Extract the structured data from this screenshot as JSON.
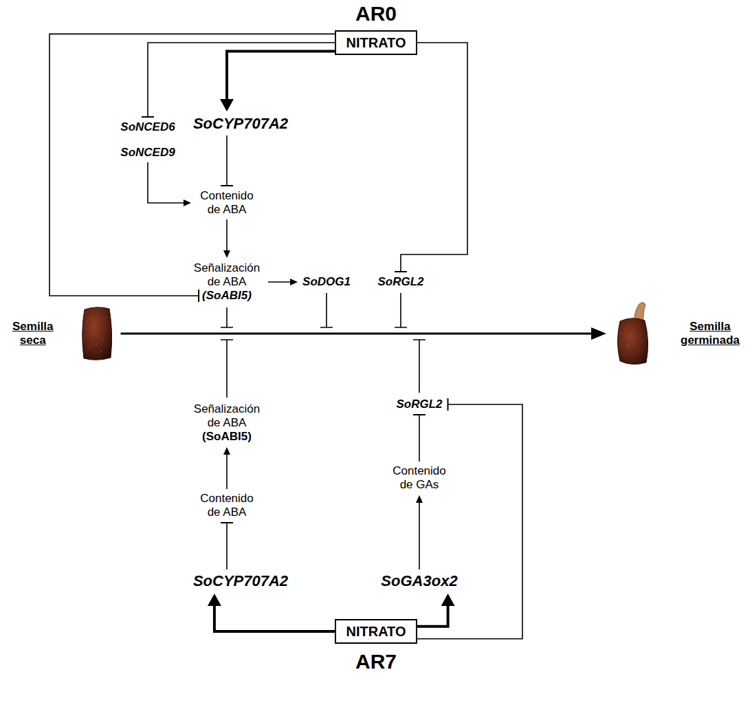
{
  "diagram": {
    "nodes": [
      {
        "text": [
          "NITRATO"
        ]
      },
      {
        "text": [
          "SoNCED6"
        ]
      },
      {
        "text": [
          "SoNCED9"
        ]
      },
      {
        "text": [
          "SoCYP707A2"
        ]
      },
      {
        "text": [
          "Contenido de ABA"
        ]
      },
      {
        "text": [
          "Señalización de ABA",
          "(SoABI5)"
        ]
      },
      {
        "text": [
          "SoDOG1"
        ]
      },
      {
        "text": [
          "SoRGL2"
        ]
      },
      {
        "text": [
          "Semilla seca"
        ]
      },
      {
        "text": [
          "Semilla germinada"
        ]
      },
      {
        "text": [
          "Señalización de ABA",
          "(SoABI5)"
        ]
      },
      {
        "text": [
          "SoRGL2"
        ]
      },
      {
        "text": [
          "Contenido de ABA"
        ]
      },
      {
        "text": [
          "Contenido de GAs"
        ]
      },
      {
        "text": [
          "SoCYP707A2"
        ]
      },
      {
        "text": [
          "SoGA3ox2"
        ]
      },
      {
        "text": [
          "NITRATO"
        ]
      }
    ],
    "edges": [
      {
        "from": 0,
        "to": 1,
        "arrow": "to"
      },
      {
        "from": 0,
        "to": 3,
        "arrow": "to"
      },
      {
        "from": 0,
        "to": 5,
        "arrow": "to"
      },
      {
        "from": 0,
        "to": 7,
        "arrow": "to"
      },
      {
        "from": 2,
        "to": 4,
        "arrow": "to"
      },
      {
        "from": 3,
        "to": 4,
        "arrow": "to"
      },
      {
        "from": 4,
        "to": 5,
        "arrow": "to"
      },
      {
        "from": 5,
        "to": 6,
        "arrow": "to"
      },
      {
        "from": 8,
        "to": 9,
        "arrow": "to"
      },
      {
        "from": 16,
        "to": 14,
        "arrow": "to"
      },
      {
        "from": 16,
        "to": 15,
        "arrow": "to"
      },
      {
        "from": 16,
        "to": 11,
        "arrow": "to"
      },
      {
        "from": 14,
        "to": 12,
        "arrow": "to"
      },
      {
        "from": 12,
        "to": 10,
        "arrow": "to"
      },
      {
        "from": 15,
        "to": 13,
        "arrow": "to"
      },
      {
        "from": 13,
        "to": 11,
        "arrow": "to"
      }
    ],
    "labels": [
      "AR0",
      "AR7"
    ]
  }
}
